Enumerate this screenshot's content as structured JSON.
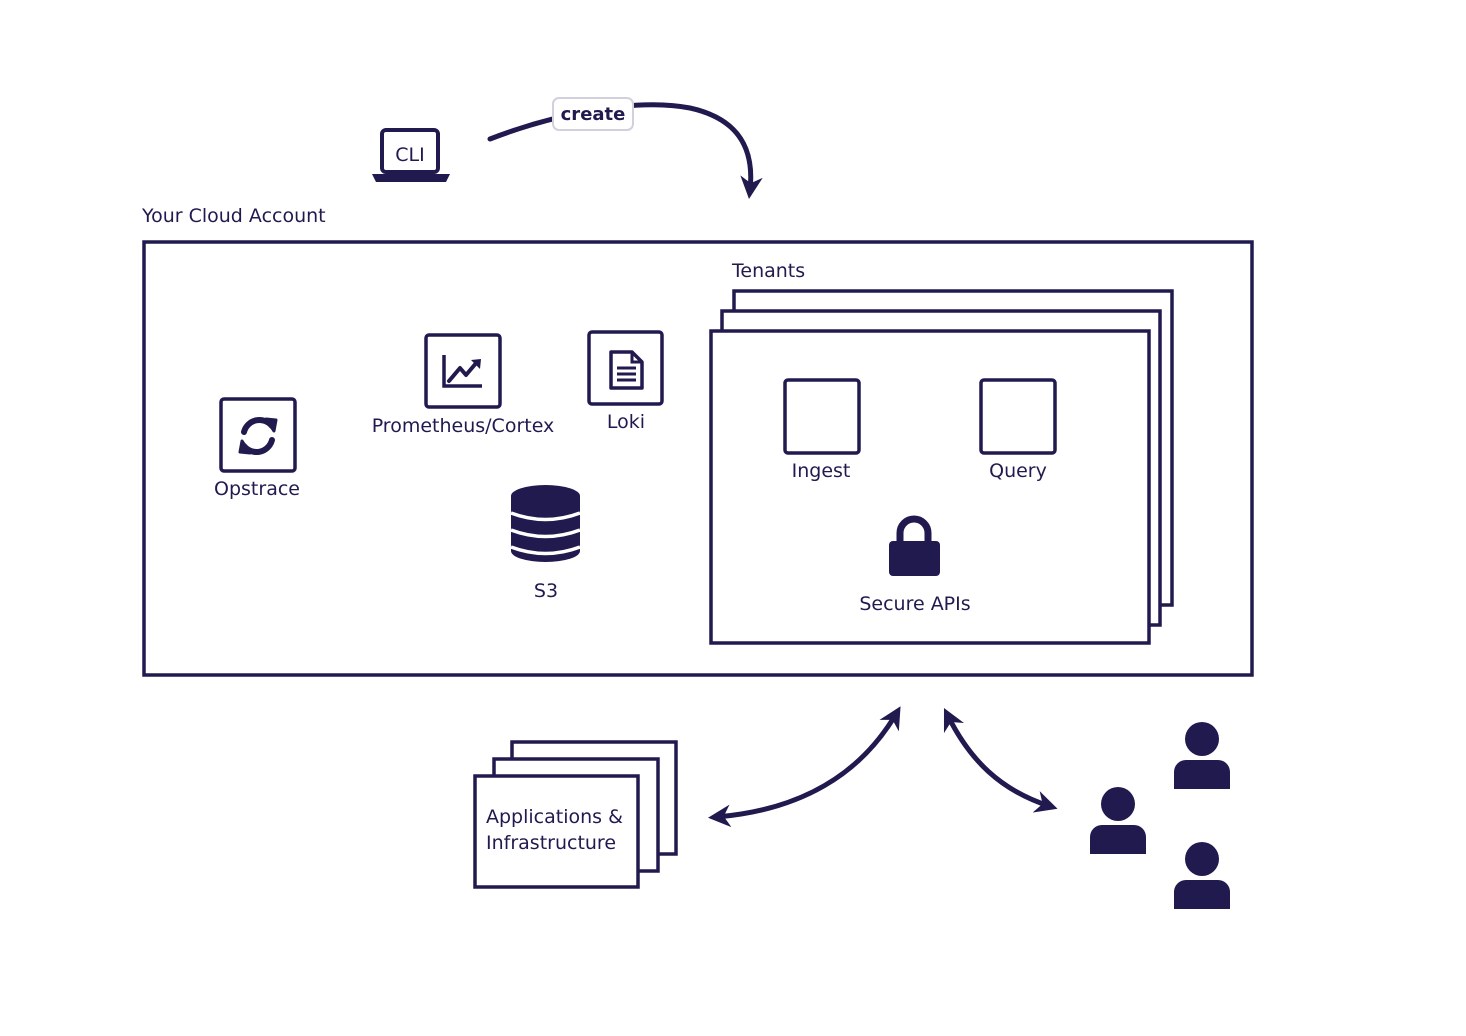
{
  "cli": {
    "label": "CLI",
    "icon": "laptop-icon"
  },
  "create_tag": {
    "label": "create"
  },
  "cloud_account": {
    "title": "Your Cloud Account"
  },
  "components": {
    "opstrace": {
      "label": "Opstrace",
      "icon": "sync-icon"
    },
    "prometheus": {
      "label": "Prometheus/Cortex",
      "icon": "trend-chart-icon"
    },
    "loki": {
      "label": "Loki",
      "icon": "document-icon"
    },
    "s3": {
      "label": "S3",
      "icon": "database-icon"
    }
  },
  "tenants": {
    "title": "Tenants",
    "ingest": {
      "label": "Ingest"
    },
    "query": {
      "label": "Query"
    },
    "secure_apis": {
      "label": "Secure APIs",
      "icon": "lock-icon"
    }
  },
  "applications": {
    "line1": "Applications &",
    "line2": "Infrastructure"
  },
  "users": {
    "icon": "user-icon"
  },
  "colors": {
    "ink": "#211a4f",
    "background": "#ffffff"
  }
}
